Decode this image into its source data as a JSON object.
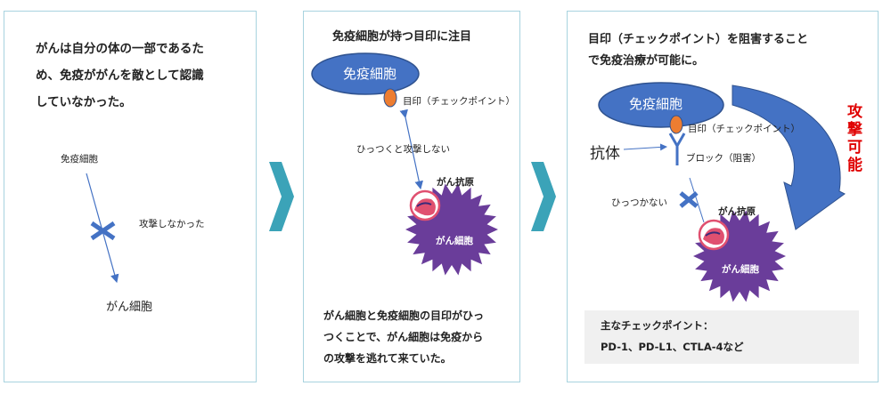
{
  "panel1": {
    "text": "がんは自分の体の一部であるた\nめ、免疫ががんを敵として認識\nしていなかった。",
    "immune_label": "免疫細胞",
    "attack_label": "攻撃しなかった",
    "cancer_label": "がん細胞"
  },
  "panel2": {
    "title": "免疫細胞が持つ目印に注目",
    "immune_cell": "免疫細胞",
    "checkpoint_label": "目印（チェックポイント）",
    "hook_label": "ひっつくと攻撃しない",
    "antigen_label": "がん抗原",
    "cancer_cell": "がん細胞",
    "text": "がん細胞と免疫細胞の目印がひっ\nつくことで、がん細胞は免疫から\nの攻撃を逃れて来ていた。"
  },
  "panel3": {
    "title": "目印（チェックポイント）を阻害すること\nで免疫治療が可能に。",
    "immune_cell": "免疫細胞",
    "checkpoint_label": "目印（チェックポイント）",
    "antibody_label": "抗体",
    "block_label": "ブロック（阻害）",
    "attack_possible": "攻\n撃\n可\n能",
    "no_hook_label": "ひっつかない",
    "antigen_label": "がん抗原",
    "cancer_cell": "がん細胞",
    "box_title": "主なチェックポイント：",
    "box_items": "PD-1、PD-L1、CTLA-4など"
  },
  "colors": {
    "immune_blue": "#4472c4",
    "cancer_purple": "#6a3d9a",
    "checkpoint_orange": "#ed7d31",
    "chevron_teal": "#3ba3b8",
    "attack_red": "#e00000"
  }
}
